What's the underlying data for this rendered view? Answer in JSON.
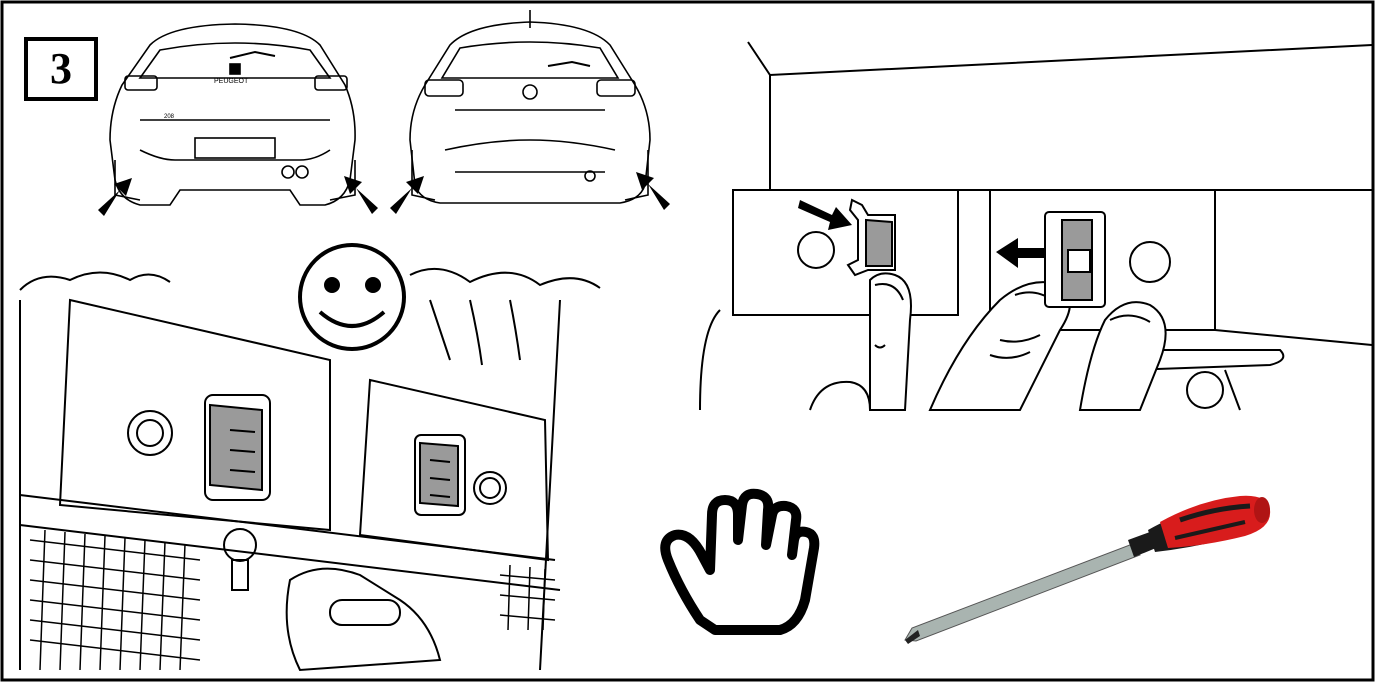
{
  "step": {
    "number": "3"
  },
  "vehicles": [
    {
      "model_badge": "PEUGEOT",
      "trim_badge": "208"
    }
  ],
  "icons": {
    "smiley": "smiley-face-icon",
    "hand": "hand-icon",
    "arrow": "push-arrow-icon"
  },
  "tool": {
    "name": "flat-screwdriver"
  },
  "colors": {
    "line": "#000000",
    "clip_fill": "#9a9a9a",
    "handle_red": "#d81c1c",
    "handle_black": "#1a1a1a"
  }
}
